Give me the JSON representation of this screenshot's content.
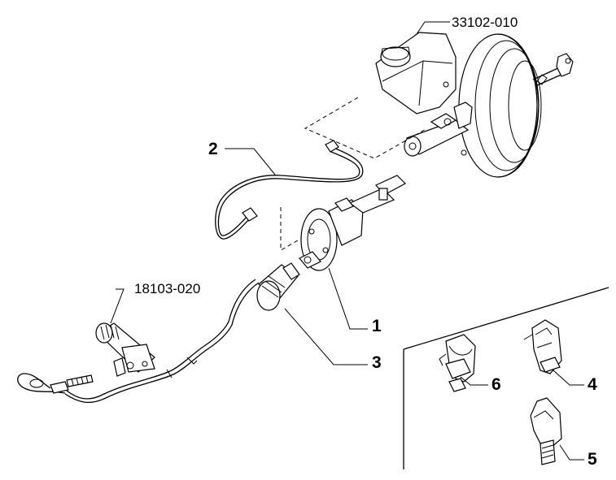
{
  "callouts": {
    "ref_booster": "33102-010",
    "ref_slave": "18103-020",
    "n1": "1",
    "n2": "2",
    "n3": "3",
    "n4": "4",
    "n5": "5",
    "n6": "6"
  }
}
